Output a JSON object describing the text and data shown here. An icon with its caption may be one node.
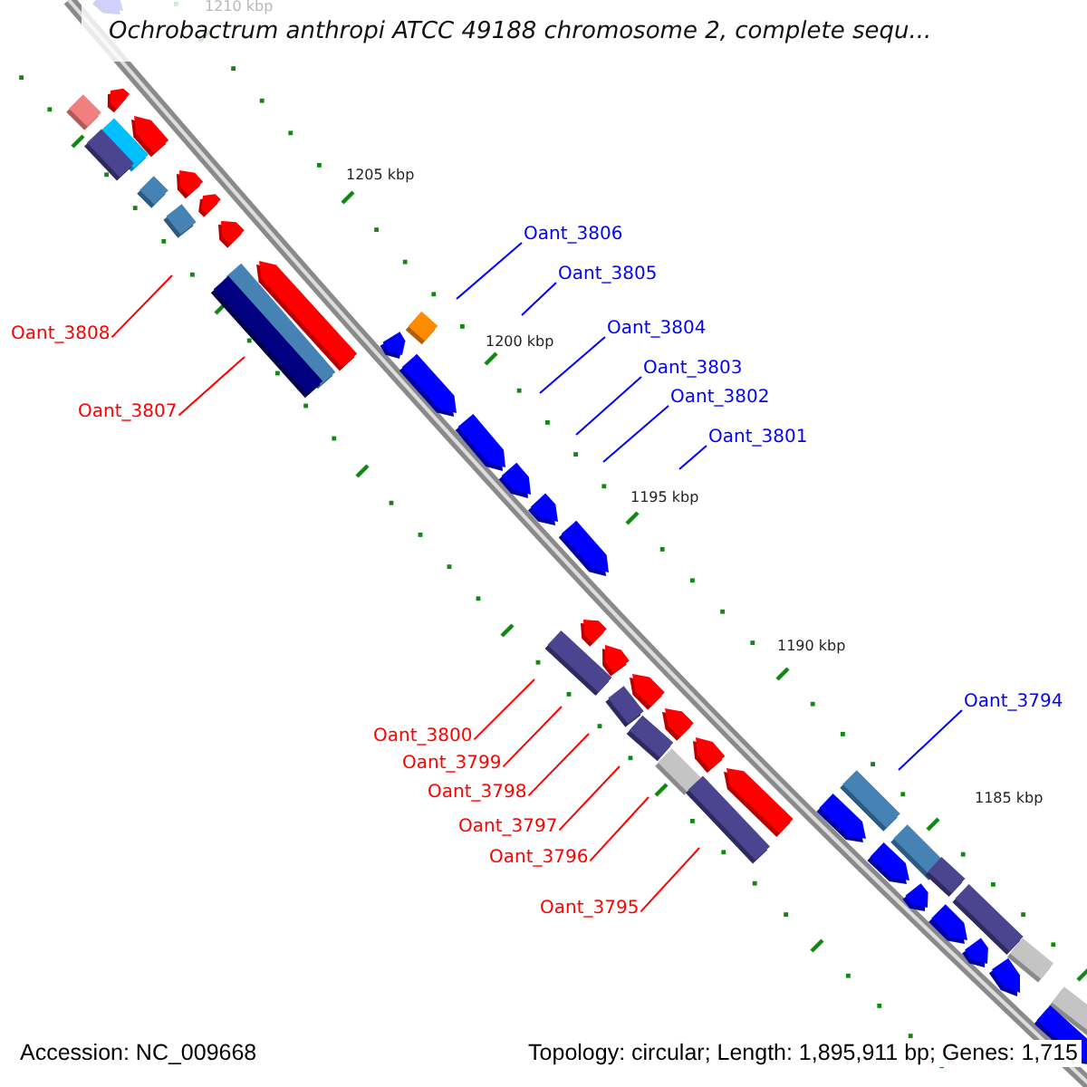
{
  "diagram": {
    "title": "Ochrobactrum anthropi ATCC 49188 chromosome 2, complete sequ...",
    "nodes": [
      {
        "text": [
          "Oant_3806"
        ]
      },
      {
        "text": [
          "Oant_3805"
        ]
      },
      {
        "text": [
          "Oant_3804"
        ]
      },
      {
        "text": [
          "Oant_3808"
        ]
      },
      {
        "text": [
          "Oant_3803"
        ]
      },
      {
        "text": [
          "Oant_3802"
        ]
      },
      {
        "text": [
          "Oant_3807"
        ]
      },
      {
        "text": [
          "Oant_3801"
        ]
      },
      {
        "text": [
          "Oant_3794"
        ]
      },
      {
        "text": [
          "Oant_3800"
        ]
      },
      {
        "text": [
          "Oant_3799"
        ]
      },
      {
        "text": [
          "Oant_3798"
        ]
      },
      {
        "text": [
          "Oant_3797"
        ]
      },
      {
        "text": [
          "Oant_3796"
        ]
      },
      {
        "text": [
          "Oant_3795"
        ]
      }
    ],
    "edges": [
      {
        "from": 0,
        "to": null,
        "arrow": "none",
        "color": "#0000ff"
      },
      {
        "from": 1,
        "to": null,
        "arrow": "none",
        "color": "#0000ff"
      },
      {
        "from": 2,
        "to": null,
        "arrow": "none",
        "color": "#0000ff"
      },
      {
        "from": 3,
        "to": null,
        "arrow": "none"
      },
      {
        "from": 4,
        "to": null,
        "arrow": "none",
        "color": "#0000ff"
      },
      {
        "from": 5,
        "to": null,
        "arrow": "none",
        "color": "#0000ff"
      },
      {
        "from": 6,
        "to": null,
        "arrow": "none"
      },
      {
        "from": 7,
        "to": null,
        "arrow": "none",
        "color": "#0000ff"
      },
      {
        "from": 8,
        "to": null,
        "arrow": "none",
        "color": "#0000ff"
      },
      {
        "from": 9,
        "to": null,
        "arrow": "none"
      },
      {
        "from": 10,
        "to": null,
        "arrow": "none"
      },
      {
        "from": 11,
        "to": null,
        "arrow": "none"
      },
      {
        "from": 12,
        "to": null,
        "arrow": "none"
      },
      {
        "from": 13,
        "to": null,
        "arrow": "none"
      },
      {
        "from": 14,
        "to": null,
        "arrow": "none"
      }
    ],
    "labels": [
      "1210 kbp",
      "1205 kbp",
      "1200 kbp",
      "1195 kbp",
      "1190 kbp",
      "1185 kbp",
      "Accession: NC_009668",
      "Topology: circular; Length: 1,895,911 bp; Genes: 1,715"
    ]
  }
}
